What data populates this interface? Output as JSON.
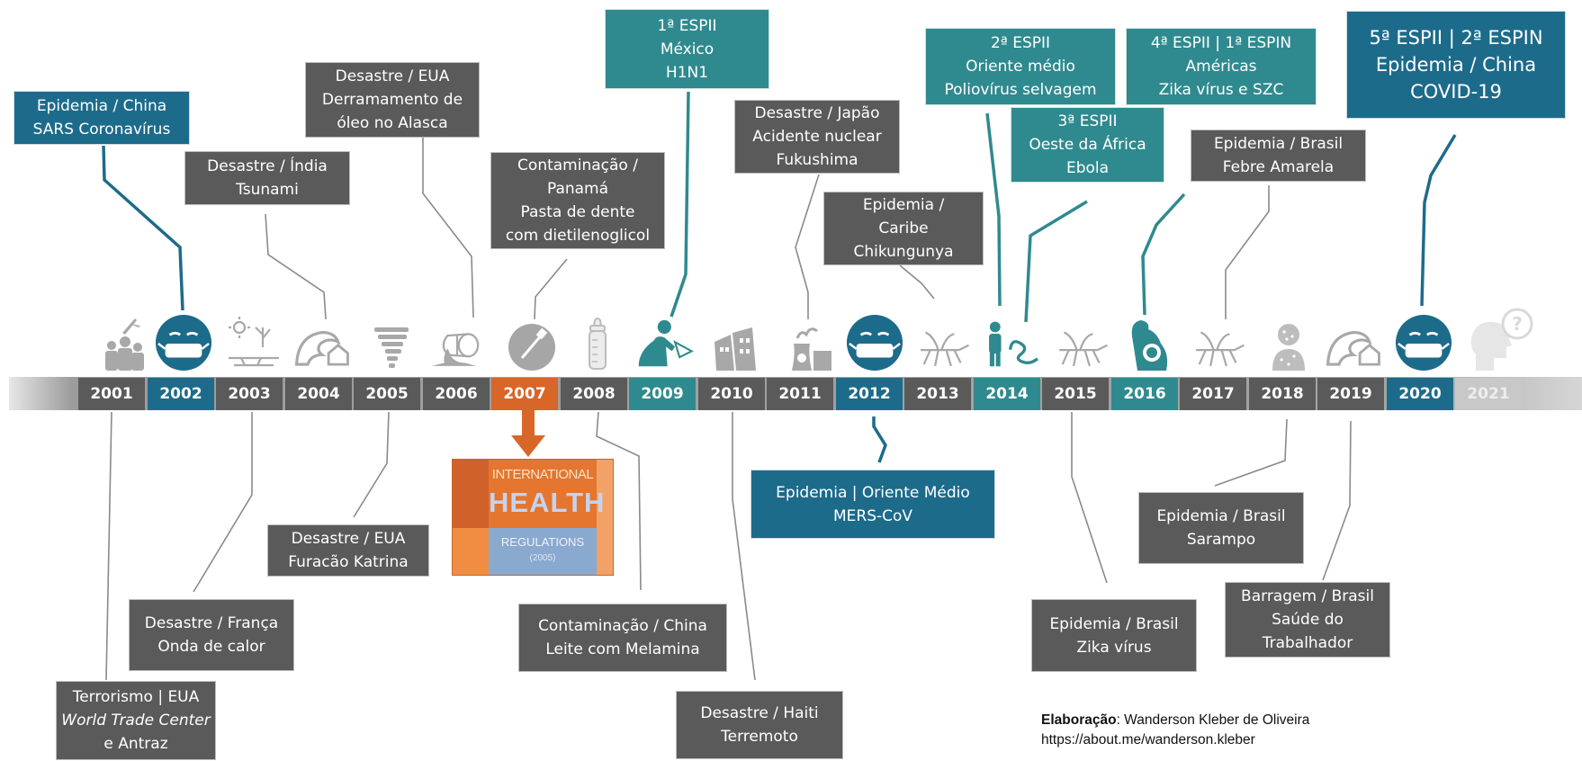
{
  "timeline": {
    "years": [
      {
        "label": "2001",
        "style": "gray"
      },
      {
        "label": "2002",
        "style": "blue"
      },
      {
        "label": "2003",
        "style": "gray"
      },
      {
        "label": "2004",
        "style": "gray"
      },
      {
        "label": "2005",
        "style": "gray"
      },
      {
        "label": "2006",
        "style": "gray"
      },
      {
        "label": "2007",
        "style": "orange"
      },
      {
        "label": "2008",
        "style": "gray"
      },
      {
        "label": "2009",
        "style": "teal"
      },
      {
        "label": "2010",
        "style": "gray"
      },
      {
        "label": "2011",
        "style": "gray"
      },
      {
        "label": "2012",
        "style": "blue"
      },
      {
        "label": "2013",
        "style": "gray"
      },
      {
        "label": "2014",
        "style": "teal"
      },
      {
        "label": "2015",
        "style": "gray"
      },
      {
        "label": "2016",
        "style": "teal"
      },
      {
        "label": "2017",
        "style": "gray"
      },
      {
        "label": "2018",
        "style": "gray"
      },
      {
        "label": "2019",
        "style": "gray"
      },
      {
        "label": "2020",
        "style": "blue"
      },
      {
        "label": "2021",
        "style": "faded"
      }
    ]
  },
  "events": {
    "e2001": {
      "lines": [
        "Terrorismo | EUA",
        "World Trade Center",
        "e Antraz"
      ],
      "style": "gray"
    },
    "e2002": {
      "lines": [
        "Epidemia / China",
        "SARS Coronavírus"
      ],
      "style": "blue"
    },
    "e2003_india": {
      "lines": [
        "Desastre / Índia",
        "Tsunami"
      ],
      "style": "gray"
    },
    "e2003_franca": {
      "lines": [
        "Desastre / França",
        "Onda de calor"
      ],
      "style": "gray"
    },
    "e2005": {
      "lines": [
        "Desastre / EUA",
        "Furacão Katrina"
      ],
      "style": "gray"
    },
    "e2006": {
      "lines": [
        "Desastre / EUA",
        "Derramamento de",
        "óleo no Alasca"
      ],
      "style": "gray"
    },
    "e2007": {
      "lines": [
        "Contaminação /",
        "Panamá",
        "Pasta de dente",
        "com dietilenoglicol"
      ],
      "style": "gray"
    },
    "e2008": {
      "lines": [
        "Contaminação / China",
        "Leite com Melamina"
      ],
      "style": "gray"
    },
    "e2009": {
      "lines": [
        "1ª ESPII",
        "México",
        "H1N1"
      ],
      "style": "teal"
    },
    "e2010": {
      "lines": [
        "Desastre / Haiti",
        "Terremoto"
      ],
      "style": "gray"
    },
    "e2011": {
      "lines": [
        "Desastre / Japão",
        "Acidente nuclear",
        "Fukushima"
      ],
      "style": "gray"
    },
    "e2012": {
      "lines": [
        "Epidemia | Oriente Médio",
        "MERS-CoV"
      ],
      "style": "blue"
    },
    "e2013": {
      "lines": [
        "Epidemia /",
        "Caribe",
        "Chikungunya"
      ],
      "style": "gray"
    },
    "e2014_polio": {
      "lines": [
        "2ª ESPII",
        "Oriente médio",
        "Poliovírus selvagem"
      ],
      "style": "teal"
    },
    "e2014_ebola": {
      "lines": [
        "3ª ESPII",
        "Oeste da África",
        "Ebola"
      ],
      "style": "teal"
    },
    "e2015": {
      "lines": [
        "Epidemia / Brasil",
        "Zika vírus"
      ],
      "style": "gray"
    },
    "e2016": {
      "lines": [
        "4ª ESPII | 1ª ESPIN",
        "Américas",
        "Zika vírus e SZC"
      ],
      "style": "teal"
    },
    "e2017": {
      "lines": [
        "Epidemia / Brasil",
        "Febre Amarela"
      ],
      "style": "gray"
    },
    "e2018": {
      "lines": [
        "Epidemia / Brasil",
        "Sarampo"
      ],
      "style": "gray"
    },
    "e2019": {
      "lines": [
        "Barragem / Brasil",
        "Saúde do",
        "Trabalhador"
      ],
      "style": "gray"
    },
    "e2020": {
      "lines": [
        "5ª ESPII | 2ª ESPIN",
        "Epidemia / China",
        "COVID-19"
      ],
      "style": "blue"
    }
  },
  "ihr_cover": {
    "line1": "INTERNATIONAL",
    "line2": "HEALTH",
    "line3": "REGULATIONS",
    "line4": "(2005)"
  },
  "credit": {
    "label": "Elaboração",
    "author": ": Wanderson Kleber de Oliveira",
    "url": "https://about.me/wanderson.kleber"
  },
  "icons": {
    "i2001": "crowd-icon",
    "i2002": "masked-face-icon",
    "i2003": "heat-wave-icon",
    "i2004": "flood-wave-icon",
    "i2005": "tornado-icon",
    "i2006": "oil-barrel-spill-icon",
    "i2007": "toothbrush-icon",
    "i2008": "baby-bottle-icon",
    "i2009": "sick-person-icon",
    "i2010": "collapsed-buildings-icon",
    "i2011": "nuclear-plant-icon",
    "i2012": "masked-face-icon",
    "i2013": "mosquito-icon",
    "i2014": "person-with-ribbon-icon",
    "i2015": "mosquito-icon",
    "i2016": "mother-and-baby-icon",
    "i2017": "mosquito-icon",
    "i2018": "measles-child-icon",
    "i2019": "dam-wave-icon",
    "i2020": "masked-face-icon",
    "i2021": "question-head-icon"
  },
  "colors": {
    "gray": "#5a5a5a",
    "teal": "#2f8a8f",
    "blue": "#1d6b8b",
    "orange": "#d86628"
  }
}
